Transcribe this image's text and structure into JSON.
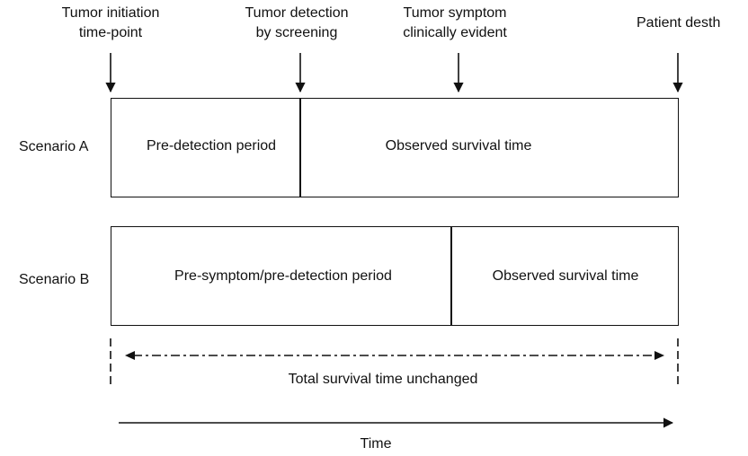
{
  "milestones": [
    {
      "line1": "Tumor initiation",
      "line2": "time-point"
    },
    {
      "line1": "Tumor detection",
      "line2": "by screening"
    },
    {
      "line1": "Tumor symptom",
      "line2": "clinically evident"
    },
    {
      "line1": "Patient desth",
      "line2": ""
    }
  ],
  "scenario_a": {
    "label": "Scenario A",
    "left_segment": "Pre-detection period",
    "right_segment": "Observed survival time"
  },
  "scenario_b": {
    "label": "Scenario B",
    "left_segment": "Pre-symptom/pre-detection period",
    "right_segment": "Observed survival time"
  },
  "total_survival_label": "Total survival time unchanged",
  "time_axis_label": "Time",
  "colors": {
    "line": "#111111",
    "background": "#ffffff"
  }
}
